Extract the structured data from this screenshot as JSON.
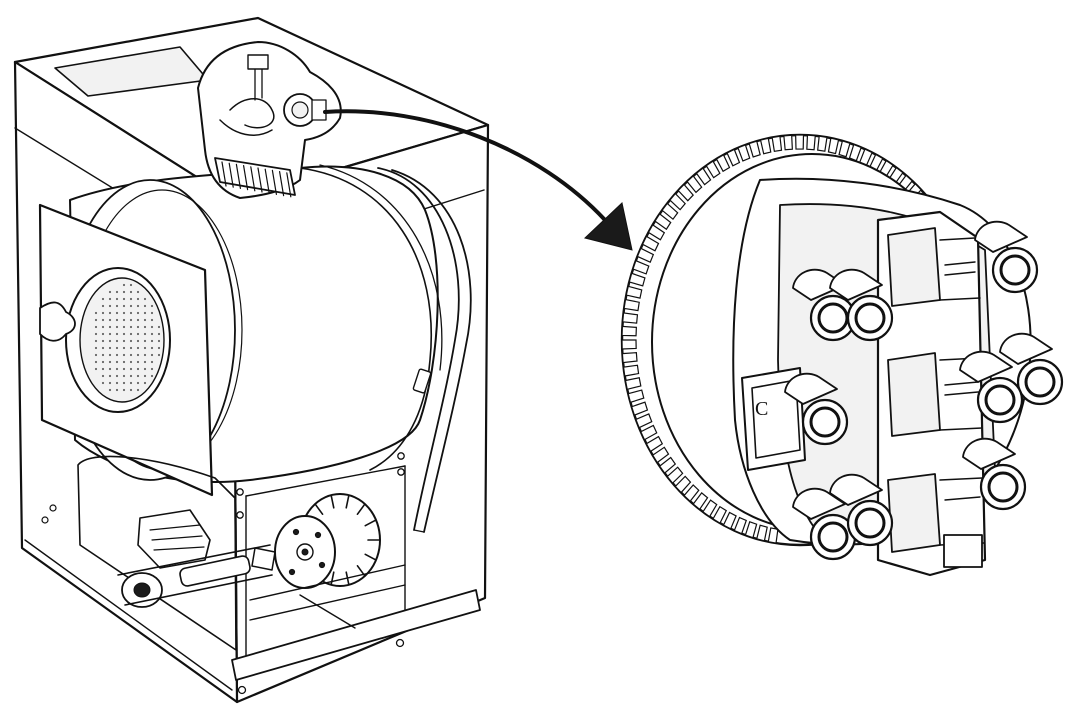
{
  "figure": {
    "part_glyph": "C",
    "colors": {
      "ink": "#111111",
      "paper": "#ffffff",
      "shade": "#f2f2f2"
    },
    "parts": [
      "dryer-cabinet",
      "drum",
      "door",
      "blower-wheel",
      "drive-motor",
      "drive-belt",
      "terminal-block",
      "motor-switch",
      "callout-arrow"
    ]
  }
}
